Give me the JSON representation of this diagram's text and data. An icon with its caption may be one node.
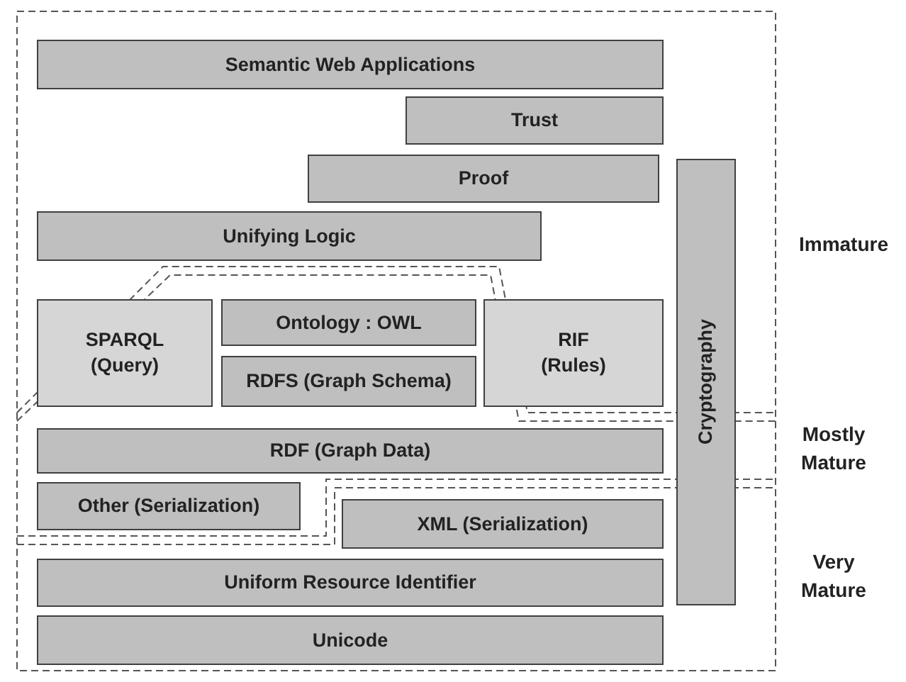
{
  "diagram": {
    "nodes": [
      {
        "text": [
          "Semantic Web Applications"
        ]
      },
      {
        "text": [
          "Trust"
        ]
      },
      {
        "text": [
          "Proof"
        ]
      },
      {
        "text": [
          "Unifying Logic"
        ]
      },
      {
        "text": [
          "Cryptography"
        ]
      },
      {
        "text": [
          "SPARQL (Query)"
        ]
      },
      {
        "text": [
          "Ontology : OWL"
        ]
      },
      {
        "text": [
          "RDFS (Graph Schema)"
        ]
      },
      {
        "text": [
          "RIF (Rules)"
        ]
      },
      {
        "text": [
          "RDF (Graph Data)"
        ]
      },
      {
        "text": [
          "Other (Serialization)"
        ]
      },
      {
        "text": [
          "XML (Serialization)"
        ]
      },
      {
        "text": [
          "Uniform Resource Identifier"
        ]
      },
      {
        "text": [
          "Unicode"
        ]
      }
    ],
    "labels": [
      "Immature",
      "Mostly Mature",
      "Very Mature"
    ]
  }
}
